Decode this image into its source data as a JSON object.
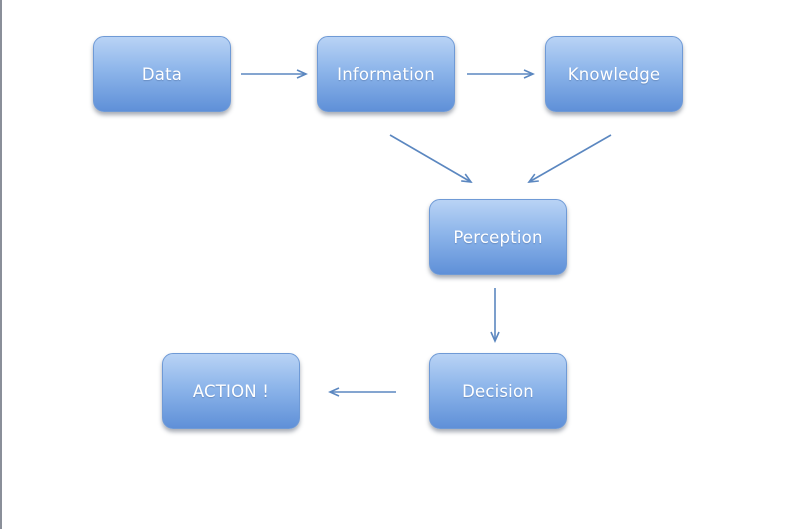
{
  "diagram": {
    "nodes": {
      "data": "Data",
      "information": "Information",
      "knowledge": "Knowledge",
      "perception": "Perception",
      "decision": "Decision",
      "action": "ACTION !"
    },
    "edges": [
      {
        "from": "Data",
        "to": "Information"
      },
      {
        "from": "Information",
        "to": "Knowledge"
      },
      {
        "from": "Information",
        "to": "Perception"
      },
      {
        "from": "Knowledge",
        "to": "Perception"
      },
      {
        "from": "Perception",
        "to": "Decision"
      },
      {
        "from": "Decision",
        "to": "ACTION !"
      }
    ],
    "colors": {
      "node_top": "#b9d3f5",
      "node_bottom": "#5f90d8",
      "node_border": "#6f9ad6",
      "arrow": "#5b87c0",
      "label": "#ffffff"
    }
  }
}
